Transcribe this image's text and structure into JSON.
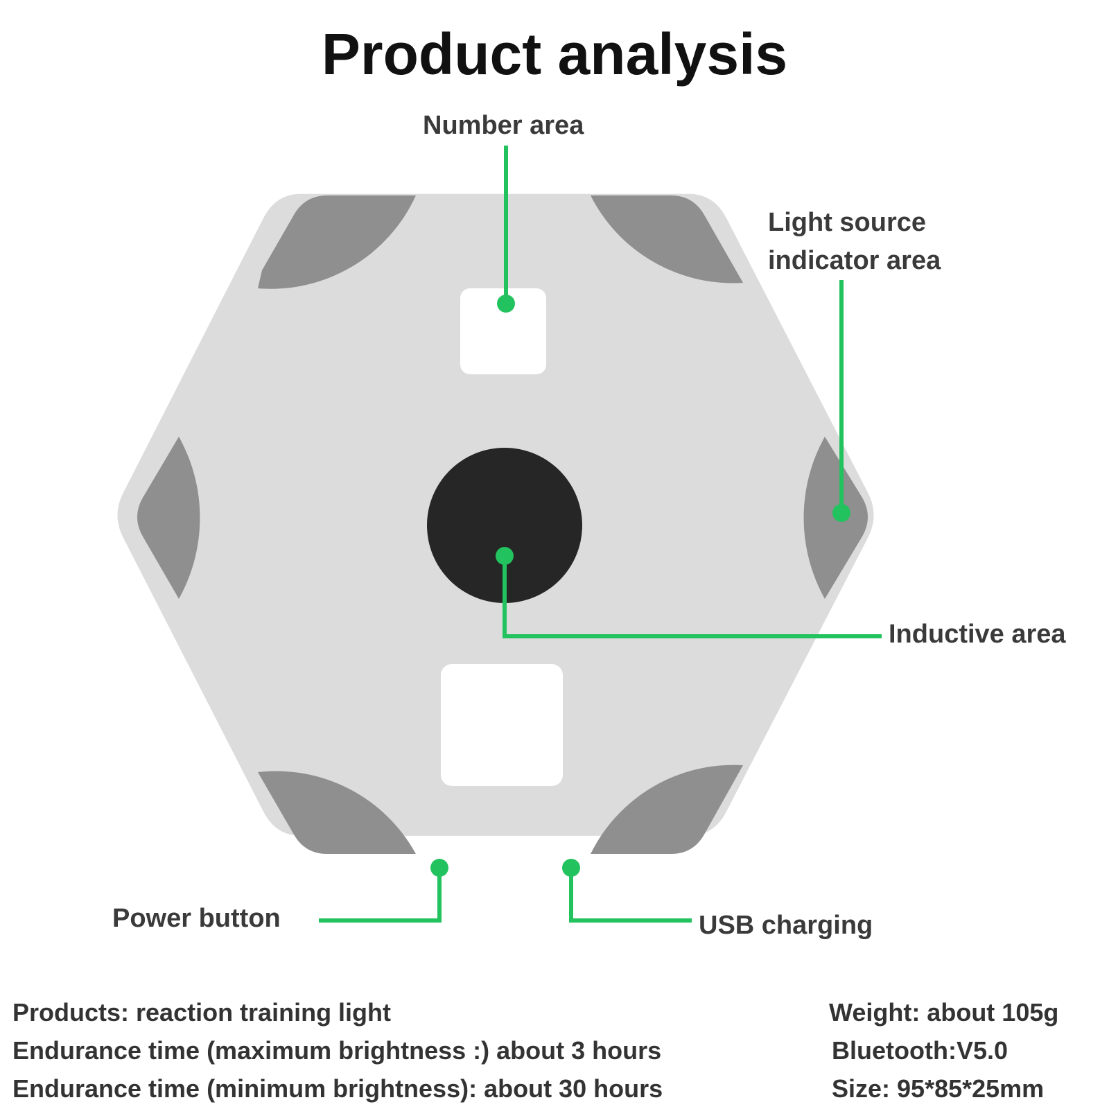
{
  "title": "Product analysis",
  "colors": {
    "callout": "#22c35e",
    "body": "#dcdcdc",
    "light_pad": "#8f8f8f",
    "sensor": "#262626",
    "window": "#ffffff",
    "text": "#333333"
  },
  "labels": {
    "number_area": "Number area",
    "light_source_line1": "Light source",
    "light_source_line2": "indicator area",
    "inductive_area": "Inductive area",
    "power_button": "Power button",
    "usb_charging": "USB charging"
  },
  "specs": {
    "product": "Products: reaction training light",
    "endurance_max": "Endurance time (maximum brightness :) about 3 hours",
    "endurance_min": "Endurance time (minimum brightness): about 30 hours",
    "weight": "Weight: about 105g",
    "bluetooth": "Bluetooth:V5.0",
    "size": "Size: 95*85*25mm"
  }
}
